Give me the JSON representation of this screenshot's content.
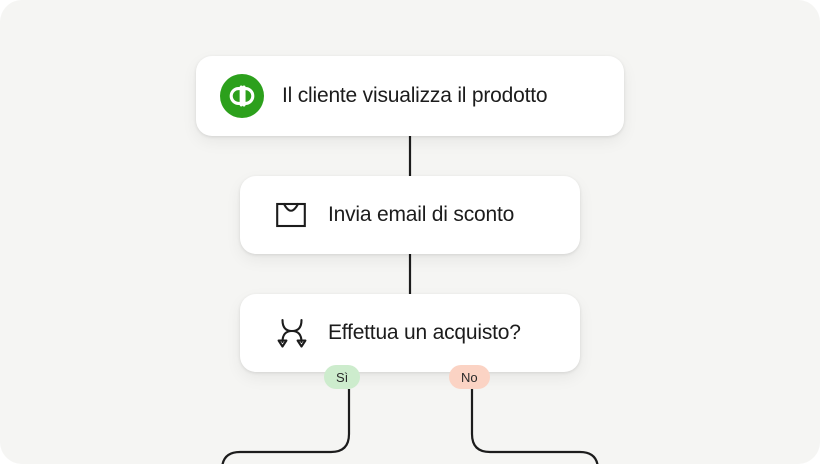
{
  "canvas": {
    "background": "#f5f5f3",
    "corner_radius": 22
  },
  "flow": {
    "nodes": [
      {
        "id": "product",
        "icon": "quickbooks-logo-icon",
        "label": "Il cliente visualizza il prodotto"
      },
      {
        "id": "email",
        "icon": "envelope-icon",
        "label": "Invia email di sconto"
      },
      {
        "id": "decision",
        "icon": "branch-split-icon",
        "label": "Effettua un acquisto?"
      }
    ],
    "branch_labels": [
      {
        "id": "yes",
        "label": "Sì",
        "color": "#cdeccd"
      },
      {
        "id": "no",
        "label": "No",
        "color": "#fbd3c4"
      }
    ],
    "connector_color": "#1c1c1c"
  }
}
